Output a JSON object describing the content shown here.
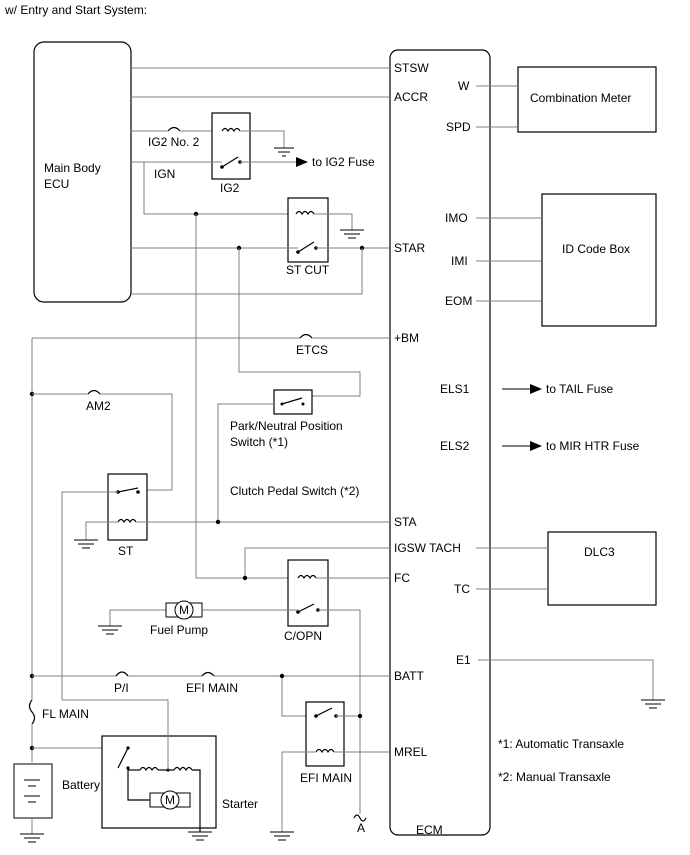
{
  "header": "w/ Entry and Start System:",
  "blocks": {
    "main_body_ecu": "Main Body\nECU",
    "ecm": "ECM",
    "combination_meter": "Combination Meter",
    "id_code_box": "ID Code Box",
    "dlc3": "DLC3",
    "battery": "Battery",
    "starter": "Starter"
  },
  "ecm_pins": {
    "stsw": "STSW",
    "accr": "ACCR",
    "star": "STAR",
    "bm": "+BM",
    "sta": "STA",
    "igsw_tach": "IGSW TACH",
    "fc": "FC",
    "batt": "BATT",
    "mrel": "MREL",
    "w": "W",
    "spd": "SPD",
    "imo": "IMO",
    "imi": "IMI",
    "eom": "EOM",
    "els1": "ELS1",
    "els2": "ELS2",
    "tc": "TC",
    "e1": "E1"
  },
  "components": {
    "ig2_no2": "IG2 No. 2",
    "ign": "IGN",
    "ig2": "IG2",
    "st_cut": "ST CUT",
    "etcs": "ETCS",
    "am2": "AM2",
    "st": "ST",
    "fuel_pump": "Fuel Pump",
    "c_opn": "C/OPN",
    "pi": "P/I",
    "efi_main_fuse": "EFI MAIN",
    "efi_main_relay": "EFI MAIN",
    "fl_main": "FL MAIN",
    "park_neutral": "Park/Neutral Position",
    "park_neutral_2": "Switch (*1)",
    "clutch": "Clutch Pedal Switch (*2)",
    "motor_m": "M",
    "connector_a": "A"
  },
  "outputs": {
    "to_ig2": "to IG2 Fuse",
    "to_tail": "to TAIL Fuse",
    "to_mir": "to MIR HTR Fuse"
  },
  "notes": {
    "note1": "*1: Automatic Transaxle",
    "note2": "*2: Manual Transaxle"
  }
}
